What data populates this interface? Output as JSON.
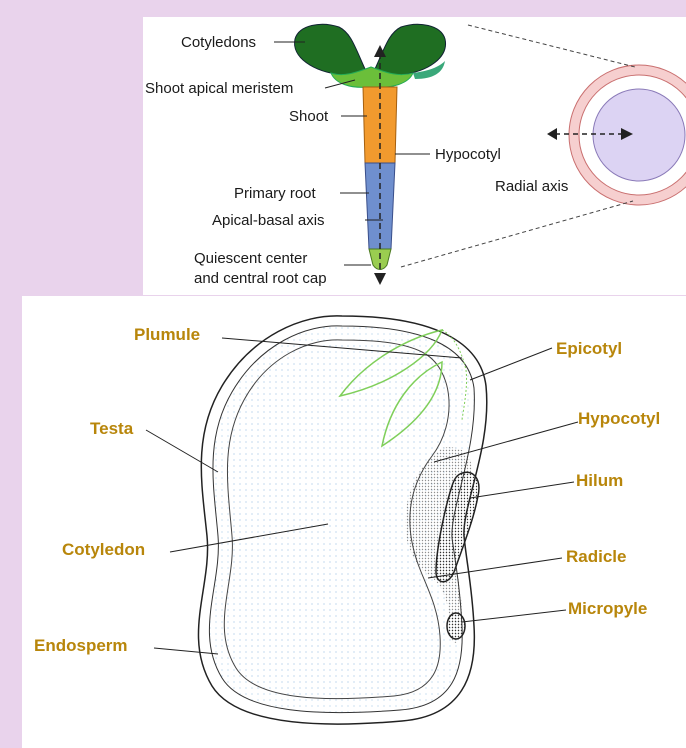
{
  "top_diagram": {
    "labels": {
      "cotyledons": "Cotyledons",
      "shoot_apical_meristem": "Shoot apical meristem",
      "shoot": "Shoot",
      "hypocotyl": "Hypocotyl",
      "primary_root": "Primary root",
      "apical_basal_axis": "Apical-basal axis",
      "quiescent_center_1": "Quiescent center",
      "quiescent_center_2": "and central root cap",
      "radial_axis": "Radial axis"
    },
    "colors": {
      "cotyledon_green": "#1f6e22",
      "meristem_green": "#6bbf3a",
      "shoot_orange": "#f29a2e",
      "root_blue": "#6f8fce",
      "root_cap_green": "#9acd50",
      "radial_outer": "#f6cfcf",
      "radial_inner": "#dcd3f3"
    }
  },
  "bottom_diagram": {
    "labels": {
      "plumule": "Plumule",
      "epicotyl": "Epicotyl",
      "testa": "Testa",
      "hypocotyl": "Hypocotyl",
      "hilum": "Hilum",
      "cotyledon": "Cotyledon",
      "radicle": "Radicle",
      "micropyle": "Micropyle",
      "endosperm": "Endosperm"
    },
    "colors": {
      "label_gold": "#b8860b",
      "plumule_green": "#7fcf5a"
    }
  }
}
